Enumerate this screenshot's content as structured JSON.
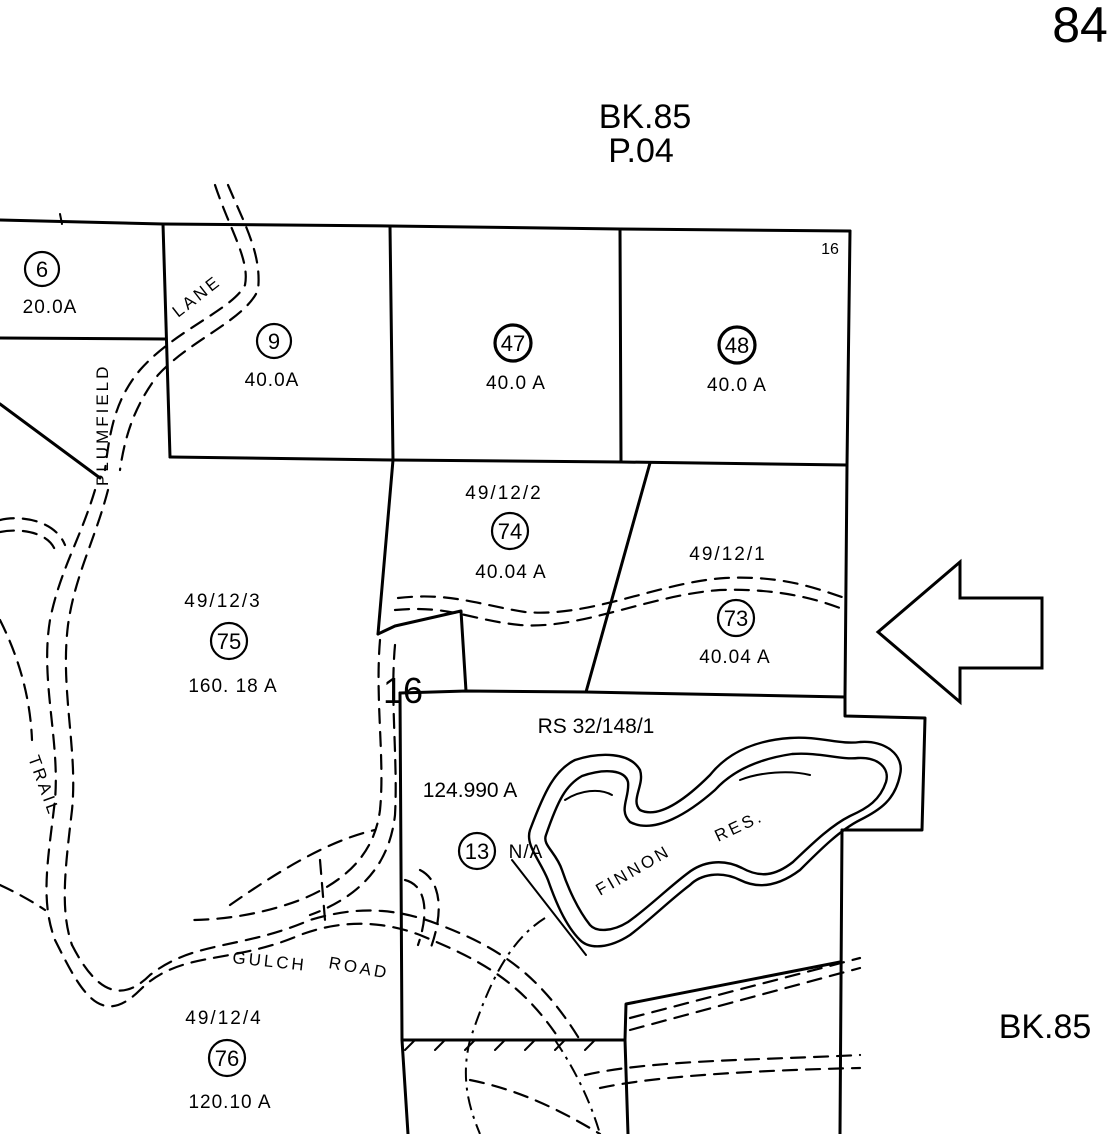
{
  "page": {
    "page_number": "84",
    "book_top": "BK.85",
    "page_ref": "P.04",
    "book_right": "BK.85",
    "section_number": "16",
    "section_big": "16"
  },
  "parcels": [
    {
      "id": "6",
      "acres": "20.0A"
    },
    {
      "id": "9",
      "acres": "40.0A"
    },
    {
      "id": "47",
      "acres": "40.0 A"
    },
    {
      "id": "48",
      "acres": "40.0 A"
    },
    {
      "id": "74",
      "ref": "49/12/2",
      "acres": "40.04 A"
    },
    {
      "id": "73",
      "ref": "49/12/1",
      "acres": "40.04 A"
    },
    {
      "id": "75",
      "ref": "49/12/3",
      "acres": "160. 18 A"
    },
    {
      "id": "13",
      "ref": "RS 32/148/1",
      "acres": "124.990 A",
      "note": "N/A"
    },
    {
      "id": "76",
      "ref": "49/12/4",
      "acres": "120.10 A"
    }
  ],
  "roads": {
    "lane": "LANE",
    "plumfield": "PLUMFIELD",
    "trail": "TRAIL",
    "gulch": "GULCH",
    "road": "ROAD"
  },
  "water": {
    "finnon": "FINNON",
    "res": "RES."
  },
  "icons": {
    "arrow": "left-arrow-icon"
  }
}
